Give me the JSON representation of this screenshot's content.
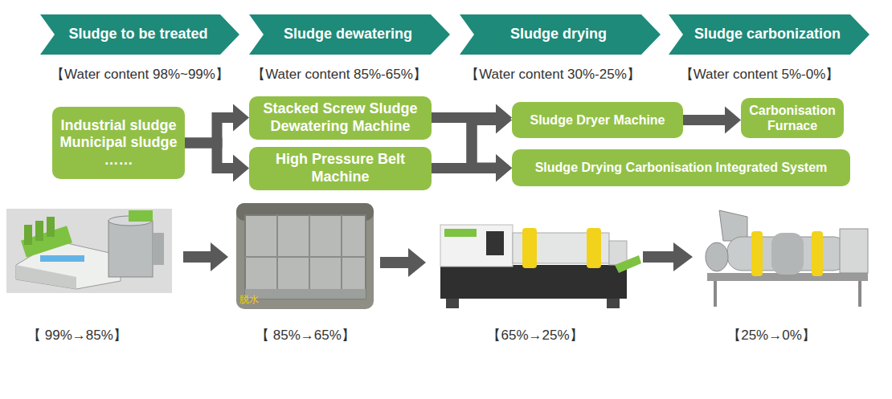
{
  "diagram": {
    "nodes": [
      {
        "text": [
          "Sludge to be treated"
        ]
      },
      {
        "text": [
          "Sludge dewatering"
        ]
      },
      {
        "text": [
          "Sludge drying"
        ]
      },
      {
        "text": [
          "Sludge carbonization"
        ]
      },
      {
        "text": [
          "Industrial sludge Municipal sludge ……"
        ]
      },
      {
        "text": [
          "Stacked Screw Sludge Dewatering Machine"
        ]
      },
      {
        "text": [
          "High Pressure Belt Machine"
        ]
      },
      {
        "text": [
          "Sludge Dryer Machine"
        ]
      },
      {
        "text": [
          "Carbonisation Furnace"
        ]
      },
      {
        "text": [
          "Sludge Drying Carbonisation Integrated System"
        ]
      }
    ],
    "edges": [
      {
        "from": 4,
        "to": 5,
        "arrow": "to"
      },
      {
        "from": 4,
        "to": 6,
        "arrow": "to"
      },
      {
        "from": 5,
        "to": 7,
        "arrow": "to"
      },
      {
        "from": 5,
        "to": 9,
        "arrow": "to"
      },
      {
        "from": 6,
        "to": 7,
        "arrow": "to"
      },
      {
        "from": 6,
        "to": 9,
        "arrow": "to"
      },
      {
        "from": 7,
        "to": 8,
        "arrow": "to"
      }
    ],
    "labels": [
      "【Water content 98%~99%】",
      "【Water content 85%-65%】",
      "【Water content 30%-25%】",
      "【Water content 5%-0%】",
      "脱水",
      "【 99%→85%】",
      "【 85%→65%】",
      "【65%→25%】",
      "【25%→0%】"
    ]
  }
}
